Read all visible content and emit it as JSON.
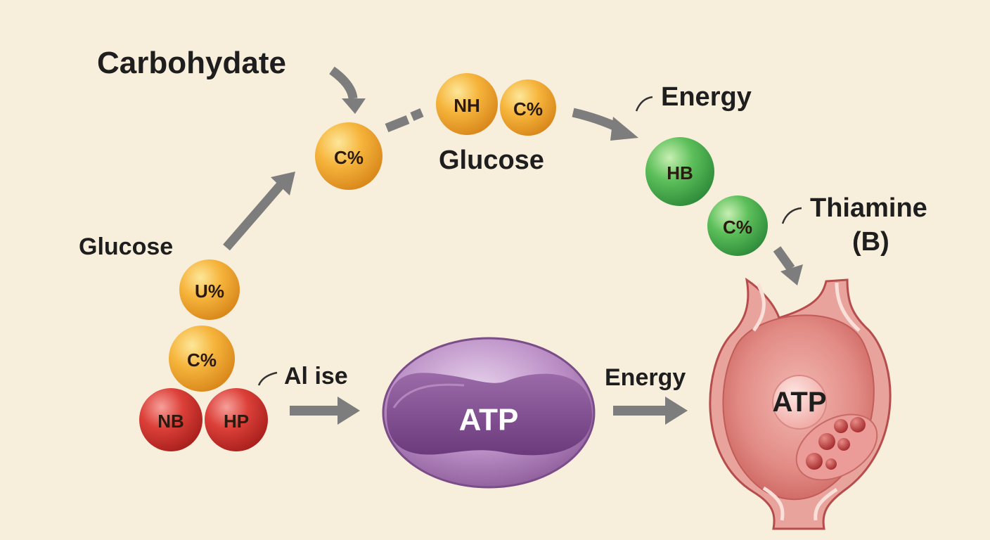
{
  "labels": {
    "carbohydrate": "Carbohydate",
    "glucose_top": "Glucose",
    "glucose_left": "Glucose",
    "energy_top": "Energy",
    "thiamine_line1": "Thiamine",
    "thiamine_line2": "(B)",
    "al_ise": "Al ise",
    "energy_mid": "Energy"
  },
  "molecules": {
    "c_top": "C%",
    "nh": "NH",
    "c_glucose": "C%",
    "hb": "HB",
    "c_green": "C%",
    "u": "U%",
    "c_left": "C%",
    "nb": "NB",
    "hp": "HP"
  },
  "atp_center": "ATP",
  "atp_heart": "ATP",
  "colors": {
    "orange": "#f2a52c",
    "green": "#4fb352",
    "red": "#d63b34",
    "purple": "#7d4a8a",
    "heart": "#e0807c",
    "arrow": "#7d7d7d",
    "background": "#f7eedb"
  }
}
